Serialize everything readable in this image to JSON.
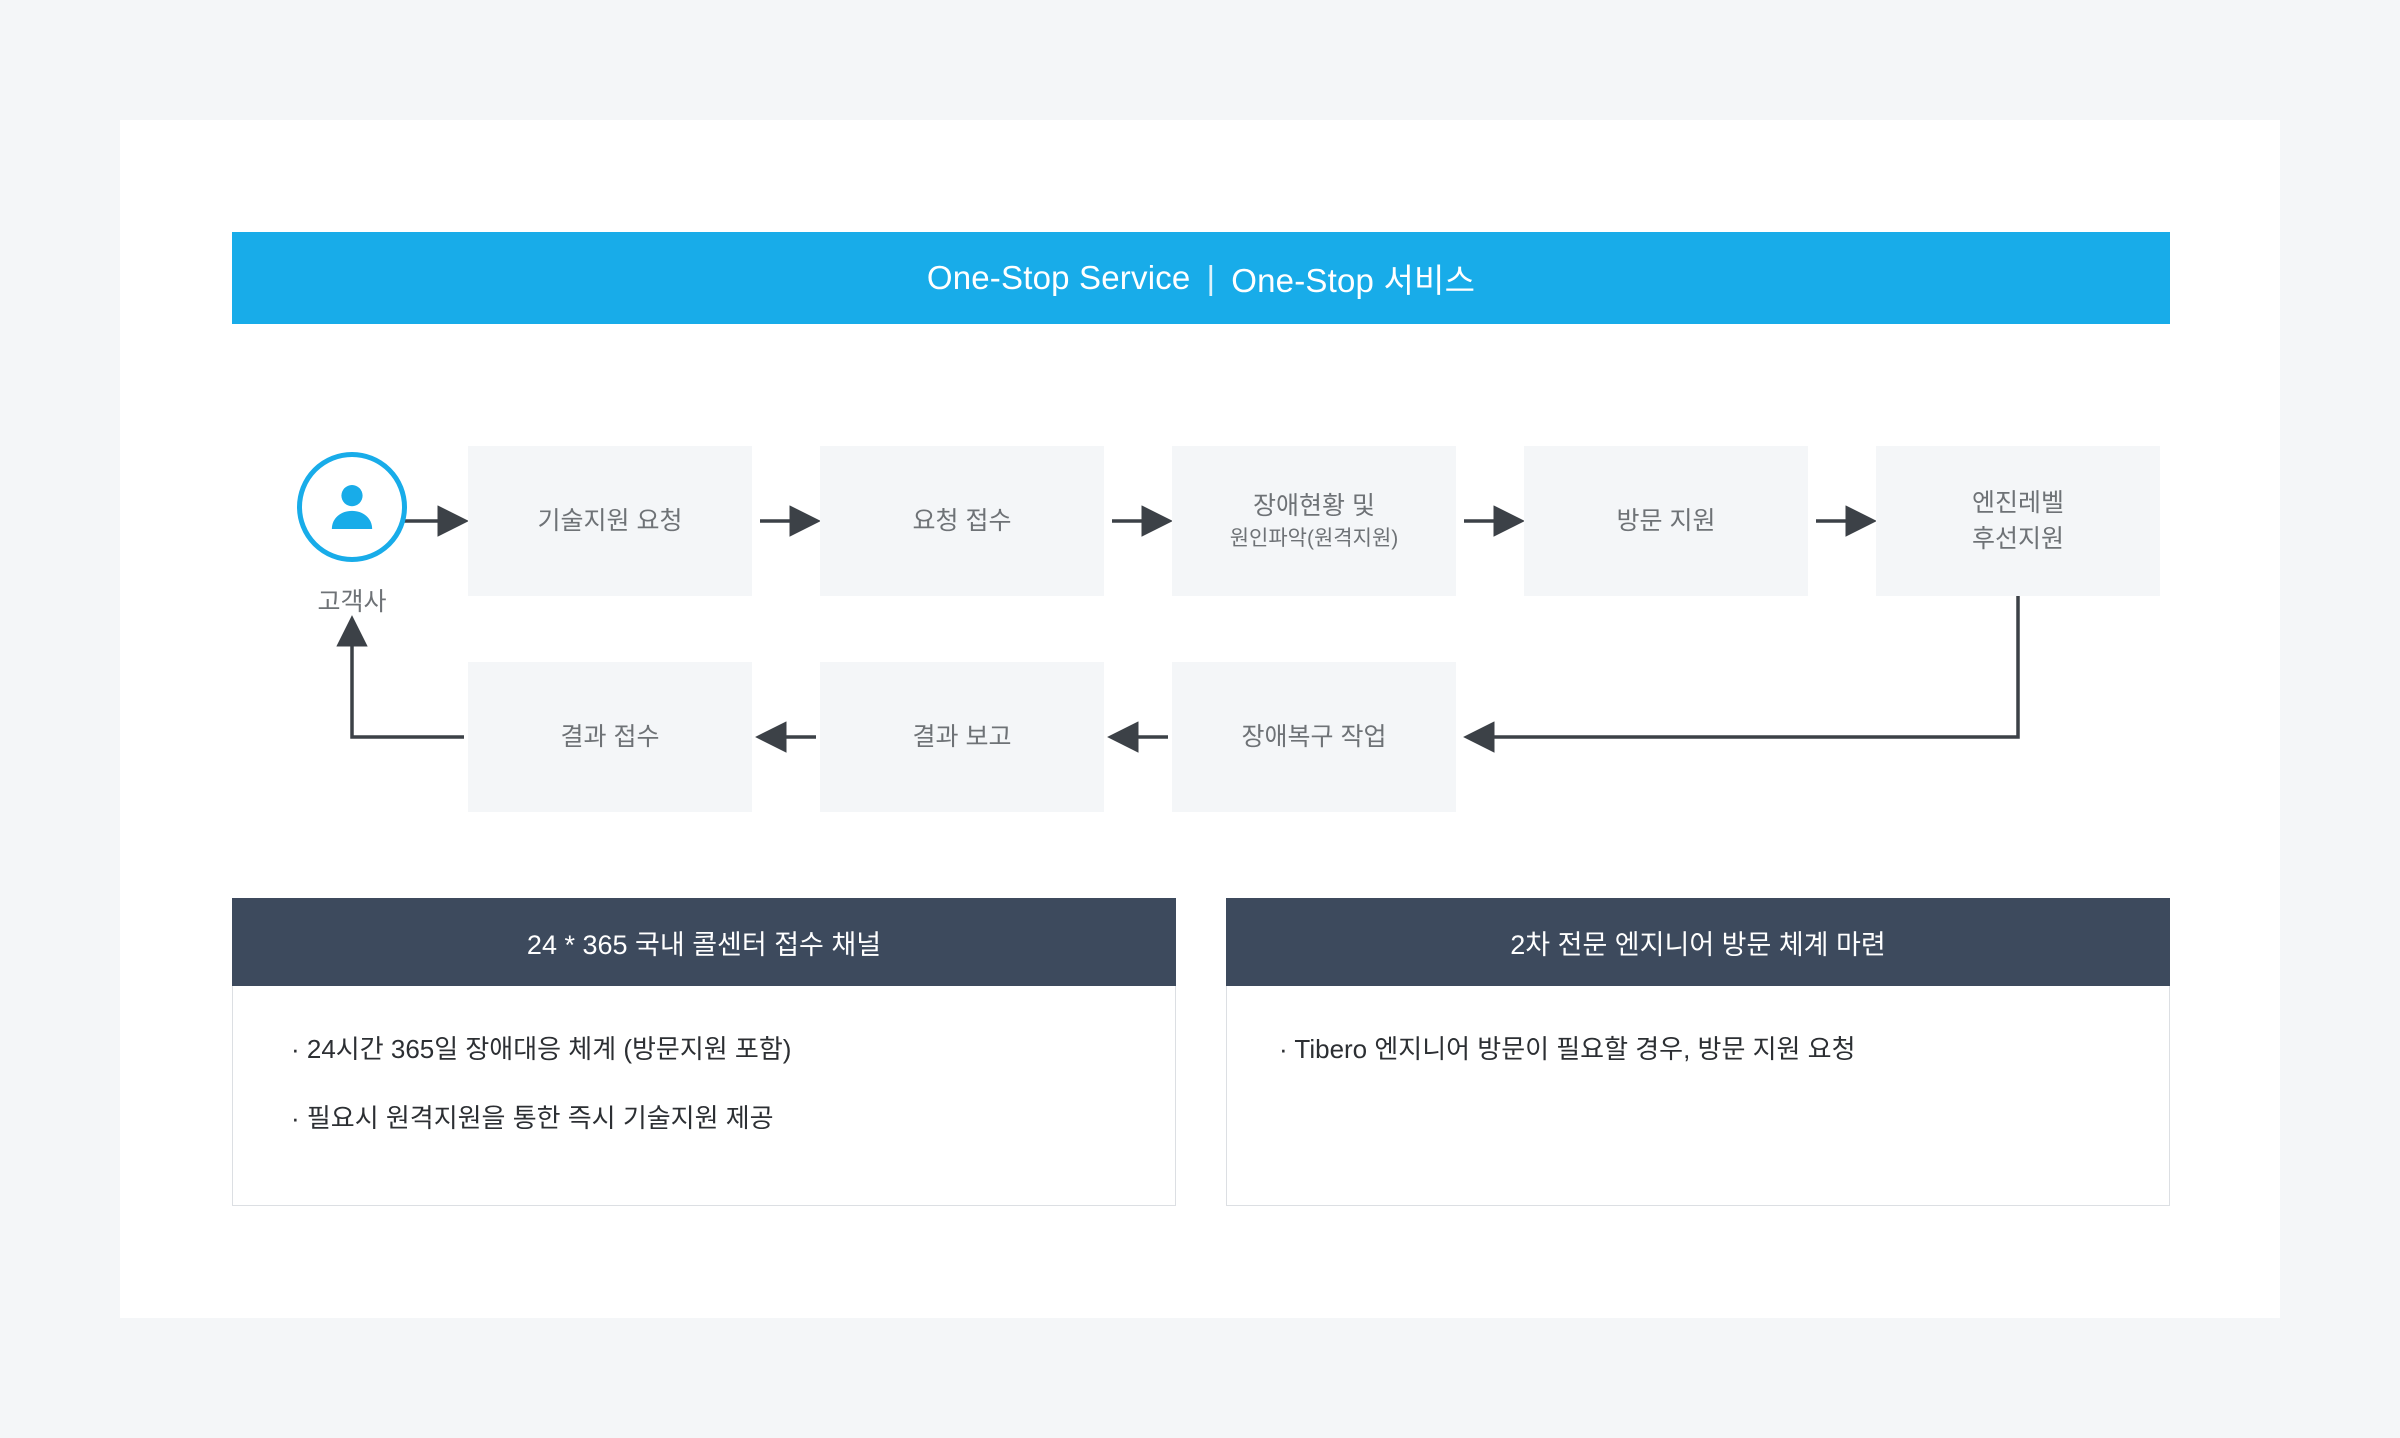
{
  "banner": {
    "title_en": "One-Stop Service",
    "separator": "|",
    "title_ko": "One-Stop 서비스",
    "accent_color": "#18ace9"
  },
  "flow": {
    "actor": {
      "label": "고객사",
      "icon": "person-icon",
      "color": "#18ace9"
    },
    "top_row": [
      {
        "label": "기술지원 요청",
        "sub": ""
      },
      {
        "label": "요청 접수",
        "sub": ""
      },
      {
        "label": "장애현황 및",
        "sub": "원인파악(원격지원)"
      },
      {
        "label": "방문 지원",
        "sub": ""
      },
      {
        "label": "엔진레벨",
        "sub": "후선지원"
      }
    ],
    "bottom_row": [
      {
        "label": "결과 접수"
      },
      {
        "label": "결과 보고"
      },
      {
        "label": "장애복구 작업"
      }
    ],
    "box_color": "#f4f6f8",
    "arrow_color": "#4a4f55"
  },
  "panels": [
    {
      "title": "24 * 365 국내 콜센터 접수 채널",
      "items": [
        "· 24시간 365일 장애대응 체계 (방문지원 포함)",
        "· 필요시 원격지원을 통한 즉시 기술지원 제공"
      ]
    },
    {
      "title": "2차 전문 엔지니어 방문 체계 마련",
      "items": [
        "· Tibero 엔지니어 방문이 필요할 경우, 방문 지원 요청"
      ]
    }
  ],
  "colors": {
    "page_background": "#f4f6f8",
    "card_background": "#ffffff",
    "panel_header": "#3d4a5d",
    "text_muted": "#6e7276",
    "text_body": "#2c2f33"
  }
}
